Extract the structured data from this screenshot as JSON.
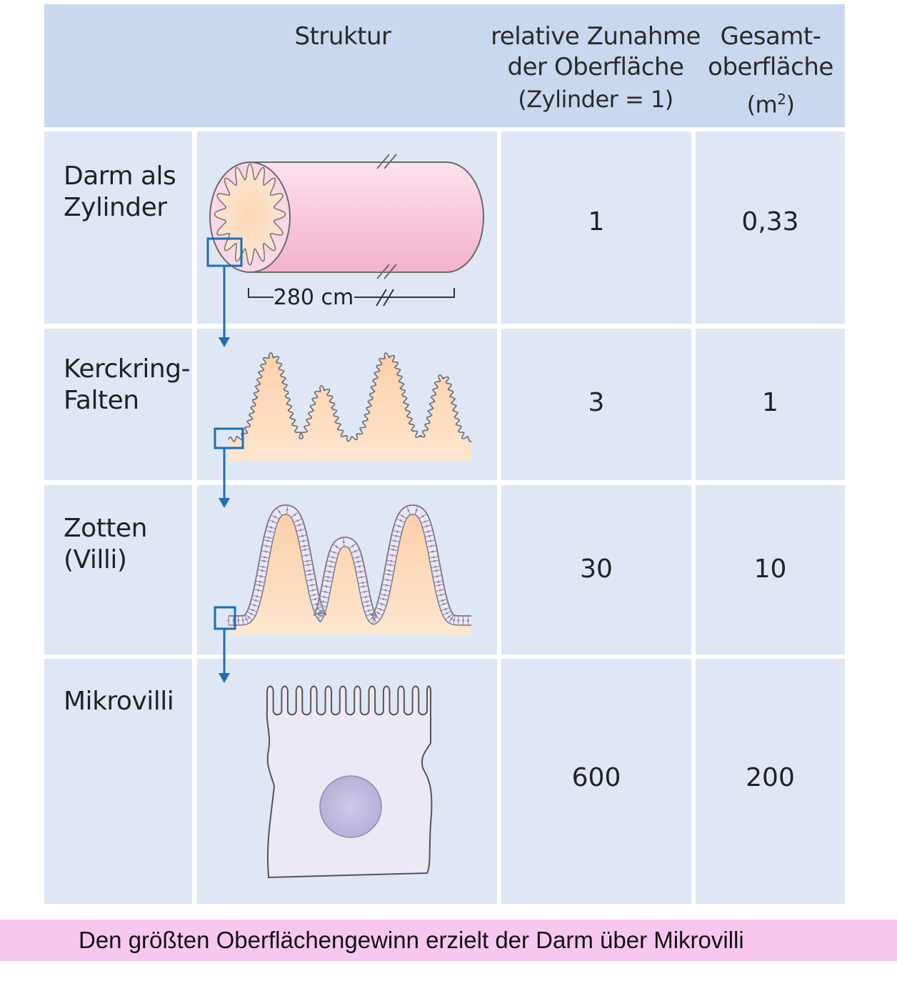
{
  "header": {
    "col_structure": "Struktur",
    "col_relative_line1": "relative Zunahme",
    "col_relative_line2": "der Oberfläche",
    "col_relative_line3": "(Zylinder = 1)",
    "col_total_line1": "Gesamt-",
    "col_total_line2": "oberfläche",
    "col_total_unit": "(m",
    "col_total_sup": "2",
    "col_total_close": ")"
  },
  "rows": [
    {
      "label": "Darm als\nZylinder",
      "relative": "1",
      "total": "0,33"
    },
    {
      "label": "Kerckring-\nFalten",
      "relative": "3",
      "total": "1"
    },
    {
      "label": "Zotten\n(Villi)",
      "relative": "30",
      "total": "10"
    },
    {
      "label": "Mikrovilli",
      "relative": "600",
      "total": "200"
    }
  ],
  "cylinder_length": "280 cm",
  "caption": "Den größten Oberflächengewinn erzielt der Darm über Mikrovilli",
  "colors": {
    "header_bg": "#c9d7ef",
    "cell_bg": "#dfe7f5",
    "arrow_blue": "#1a6fb8",
    "tissue_peach": "#fcd7b0",
    "cylinder_pink": "#f8c3d8",
    "cell_lilac": "#ece8f4",
    "nucleus": "#c4bde0",
    "caption_bg": "#f8c7f0"
  }
}
